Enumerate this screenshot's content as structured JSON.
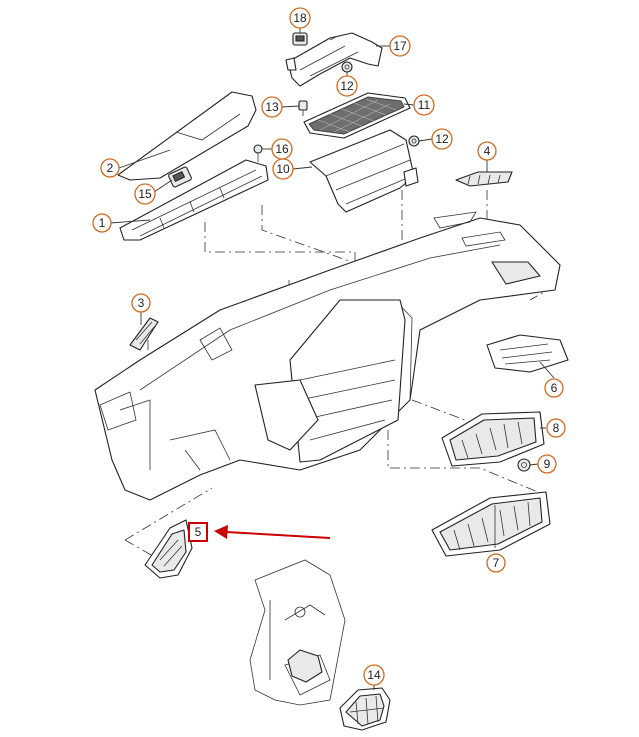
{
  "callouts": {
    "c1": "1",
    "c2": "2",
    "c3": "3",
    "c4": "4",
    "c5": "5",
    "c6": "6",
    "c7": "7",
    "c8": "8",
    "c9": "9",
    "c10": "10",
    "c11": "11",
    "c12a": "12",
    "c12b": "12",
    "c13": "13",
    "c14": "14",
    "c15": "15",
    "c16": "16",
    "c17": "17",
    "c18": "18"
  },
  "colors": {
    "callout_ring": "#d2691e",
    "highlight": "#cc0000"
  }
}
